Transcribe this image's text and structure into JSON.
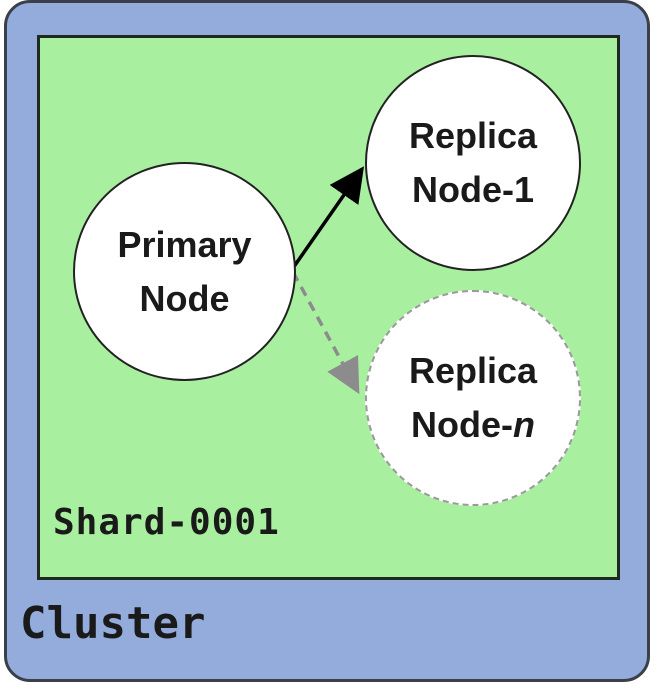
{
  "cluster": {
    "label": "Cluster",
    "fill_color": "#93acdb"
  },
  "shard": {
    "label": "Shard-0001",
    "fill_color": "#a8f0a0"
  },
  "nodes": {
    "primary": {
      "line1": "Primary",
      "line2": "Node"
    },
    "replica_1": {
      "line1": "Replica",
      "line2": "Node-1"
    },
    "replica_n": {
      "line1": "Replica",
      "line2_prefix": "Node-",
      "line2_suffix": "n"
    }
  },
  "edges": [
    {
      "from": "Primary Node",
      "to": "Replica Node-1",
      "style": "solid",
      "color": "#000000"
    },
    {
      "from": "Primary Node",
      "to": "Replica Node-n",
      "style": "dashed",
      "color": "#8c8c8c"
    }
  ]
}
